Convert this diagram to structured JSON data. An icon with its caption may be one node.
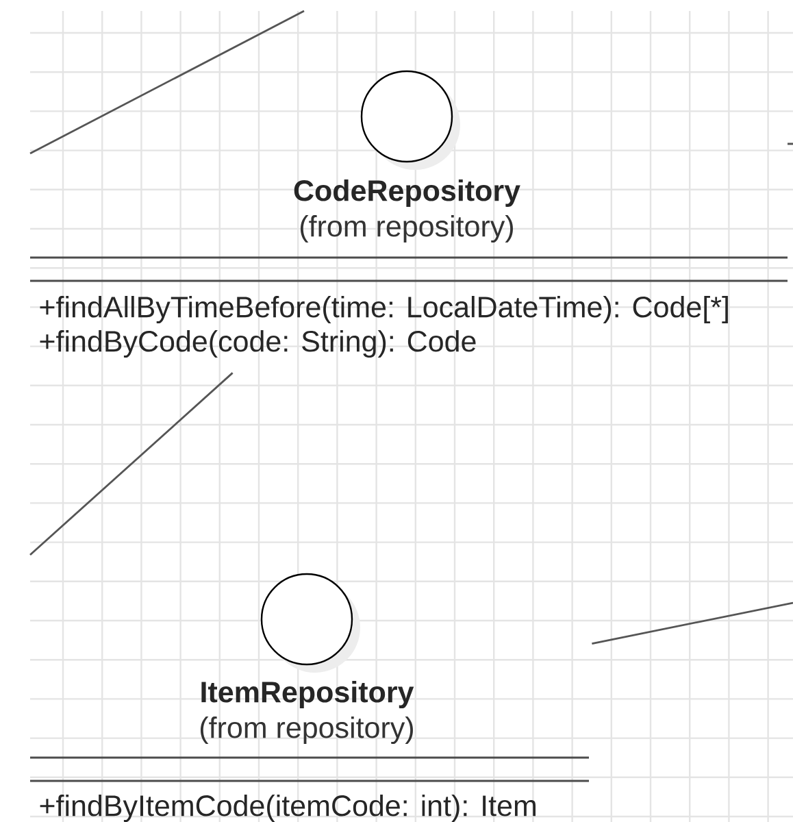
{
  "diagram": {
    "nodes": [
      {
        "text": [
          "CodeRepository",
          "(from repository)",
          "+findAllByTimeBefore(time: LocalDateTime): Code[*]",
          "+findByCode(code: String): Code"
        ]
      },
      {
        "text": [
          "ItemRepository",
          "(from repository)",
          "+findByItemCode(itemCode: int): Item"
        ]
      }
    ],
    "edges": [
      {
        "from": 0,
        "to": null,
        "arrow": "none"
      },
      {
        "from": 1,
        "to": null,
        "arrow": "none"
      }
    ]
  }
}
